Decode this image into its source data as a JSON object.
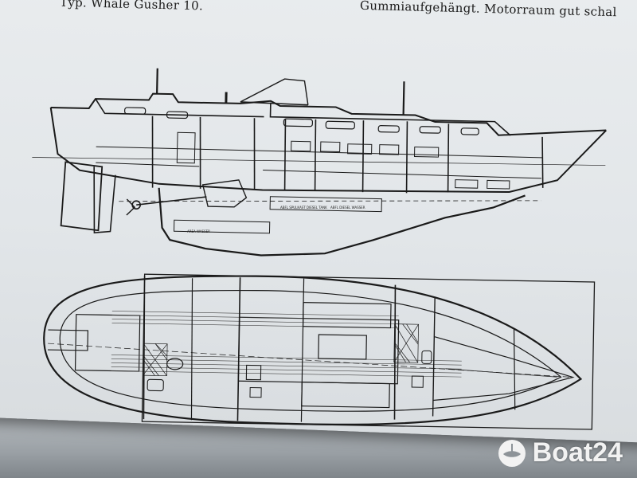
{
  "header": {
    "left_text": "Typ. Whale Gusher 10.",
    "right_text": "Gummiaufgehängt. Motorraum gut schal"
  },
  "profile_labels": {
    "tank_1": "ABFL  SPULKAST  DIESEL TANK",
    "tank_2": "AREA  WASSER",
    "tank_3": "ABFL  DIESEL WASSER"
  },
  "watermark": {
    "text": "Boat24",
    "icon": "boat24-logo-icon"
  }
}
